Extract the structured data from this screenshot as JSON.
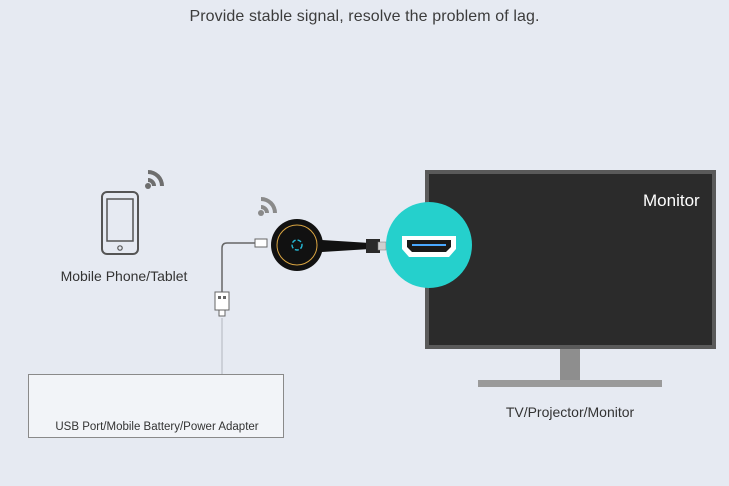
{
  "headline": "Provide stable signal, resolve the problem of lag.",
  "devices": {
    "phone_label": "Mobile Phone/Tablet",
    "monitor_screen_text": "Monitor",
    "tv_label": "TV/Projector/Monitor",
    "power_label": "USB Port/Mobile Battery/Power Adapter"
  },
  "colors": {
    "background": "#e6eaf2",
    "accent_teal": "#25d0cc",
    "screen": "#2b2b2b",
    "bezel": "#5a5a5a"
  },
  "icons": [
    "wifi-icon",
    "tablet-icon",
    "dongle-icon",
    "hdmi-port-icon",
    "usb-port-icon",
    "power-bank-icon",
    "power-adapter-icon"
  ]
}
